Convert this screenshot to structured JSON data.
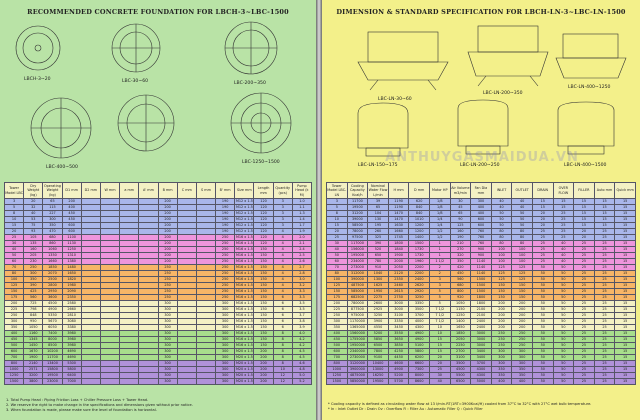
{
  "left": {
    "title": "RECOMMENDED CONCRETE FOUNDATION FOR LBCH-3~LBC-1500",
    "drawing_labels": [
      "LBCH-3~20",
      "LBC-30~60",
      "LBC-200~350",
      "LBC-400~500",
      "LBC-1250~1500"
    ],
    "header": [
      "Tower Model LBC",
      "Dry Weight (kg)",
      "Operating Weight (kg)",
      "D1 mm",
      "D2 mm",
      "W mm",
      "a mm",
      "A' mm",
      "B mm",
      "C mm",
      "S mm",
      "B' mm",
      "Size mm",
      "Length mm",
      "Quantity (pcs)",
      "Pump Head (k M)"
    ],
    "rows": [
      [
        "3",
        "20",
        "65",
        "200",
        "",
        "",
        "",
        "",
        "200",
        "",
        "",
        "190",
        "M12 x 1.5",
        "120",
        "3",
        "1.0"
      ],
      [
        "5",
        "32",
        "115",
        "400",
        "",
        "",
        "",
        "",
        "200",
        "",
        "",
        "190",
        "M12 x 1.5",
        "120",
        "3",
        "1.1"
      ],
      [
        "8",
        "40",
        "227",
        "450",
        "",
        "",
        "",
        "",
        "200",
        "",
        "",
        "190",
        "M12 x 1.5",
        "120",
        "3",
        "1.3"
      ],
      [
        "10",
        "53",
        "300",
        "450",
        "",
        "",
        "",
        "",
        "200",
        "",
        "",
        "190",
        "M12 x 1.5",
        "120",
        "3",
        "1.4"
      ],
      [
        "15",
        "75",
        "350",
        "600",
        "",
        "",
        "",
        "",
        "200",
        "",
        "",
        "190",
        "M12 x 1.5",
        "120",
        "3",
        "1.7"
      ],
      [
        "20",
        "93",
        "470",
        "600",
        "",
        "",
        "",
        "",
        "200",
        "",
        "",
        "190",
        "M12 x 1.5",
        "120",
        "4",
        "1.9"
      ],
      [
        "25",
        "105",
        "680",
        "1100",
        "",
        "",
        "",
        "",
        "200",
        "",
        "",
        "250",
        "M16 x 1.5",
        "120",
        "4",
        "2.0"
      ],
      [
        "30",
        "135",
        "860",
        "1130",
        "",
        "",
        "",
        "",
        "200",
        "",
        "",
        "250",
        "M16 x 1.5",
        "120",
        "4",
        "2.1"
      ],
      [
        "40",
        "160",
        "1060",
        "1250",
        "",
        "",
        "",
        "",
        "200",
        "",
        "",
        "250",
        "M16 x 1.5",
        "150",
        "4",
        "2.4"
      ],
      [
        "50",
        "205",
        "1350",
        "1310",
        "",
        "",
        "",
        "",
        "200",
        "",
        "",
        "250",
        "M16 x 1.5",
        "150",
        "4",
        "2.5"
      ],
      [
        "60",
        "230",
        "1660",
        "1380",
        "",
        "",
        "",
        "",
        "200",
        "",
        "",
        "250",
        "M16 x 1.5",
        "150",
        "4",
        "2.6"
      ],
      [
        "70",
        "250",
        "1850",
        "1480",
        "",
        "",
        "",
        "",
        "250",
        "",
        "",
        "250",
        "M16 x 1.5",
        "150",
        "4",
        "2.7"
      ],
      [
        "80",
        "300",
        "2070",
        "1650",
        "",
        "",
        "",
        "",
        "250",
        "",
        "",
        "250",
        "M16 x 1.5",
        "150",
        "4",
        "2.8"
      ],
      [
        "100",
        "350",
        "2500",
        "1820",
        "",
        "",
        "",
        "",
        "250",
        "",
        "",
        "250",
        "M16 x 1.5",
        "150",
        "4",
        "3.0"
      ],
      [
        "125",
        "390",
        "2800",
        "1980",
        "",
        "",
        "",
        "",
        "250",
        "",
        "",
        "250",
        "M16 x 1.5",
        "150",
        "4",
        "3.2"
      ],
      [
        "150",
        "425",
        "2950",
        "2090",
        "",
        "",
        "",
        "",
        "250",
        "",
        "",
        "250",
        "M16 x 1.5",
        "150",
        "4",
        "3.3"
      ],
      [
        "175",
        "560",
        "3600",
        "2350",
        "",
        "",
        "",
        "",
        "250",
        "",
        "",
        "250",
        "M16 x 1.5",
        "150",
        "6",
        "3.3"
      ],
      [
        "200",
        "725",
        "4500",
        "2580",
        "",
        "",
        "",
        "",
        "300",
        "",
        "",
        "300",
        "M16 x 1.5",
        "150",
        "6",
        "3.5"
      ],
      [
        "225",
        "798",
        "4900",
        "2660",
        "",
        "",
        "",
        "",
        "300",
        "",
        "",
        "300",
        "M16 x 1.5",
        "150",
        "6",
        "3.5"
      ],
      [
        "250",
        "848",
        "5350",
        "2810",
        "",
        "",
        "",
        "",
        "300",
        "",
        "",
        "300",
        "M16 x 1.5",
        "150",
        "6",
        "3.7"
      ],
      [
        "300",
        "950",
        "5670",
        "3080",
        "",
        "",
        "",
        "",
        "300",
        "",
        "",
        "300",
        "M16 x 1.5",
        "150",
        "6",
        "3.8"
      ],
      [
        "350",
        "1050",
        "6050",
        "3380",
        "",
        "",
        "",
        "",
        "300",
        "",
        "",
        "300",
        "M16 x 1.5",
        "150",
        "6",
        "3.9"
      ],
      [
        "400",
        "1160",
        "7400",
        "3980",
        "",
        "",
        "",
        "",
        "300",
        "",
        "",
        "300",
        "M16 x 1.5",
        "150",
        "8",
        "4.0"
      ],
      [
        "450",
        "1345",
        "8000",
        "3980",
        "",
        "",
        "",
        "",
        "300",
        "",
        "",
        "300",
        "M16 x 1.5",
        "150",
        "8",
        "4.2"
      ],
      [
        "500",
        "1450",
        "8500",
        "3980",
        "",
        "",
        "",
        "",
        "300",
        "",
        "",
        "300",
        "M16 x 1.5",
        "150",
        "8",
        "4.2"
      ],
      [
        "600",
        "1670",
        "10200",
        "4690",
        "",
        "",
        "",
        "",
        "300",
        "",
        "",
        "300",
        "M20 x 1.5",
        "200",
        "8",
        "4.5"
      ],
      [
        "700",
        "1900",
        "11700",
        "4690",
        "",
        "",
        "",
        "",
        "300",
        "",
        "",
        "300",
        "M20 x 1.5",
        "200",
        "8",
        "4.5"
      ],
      [
        "800",
        "2140",
        "13400",
        "5300",
        "",
        "",
        "",
        "",
        "300",
        "",
        "",
        "300",
        "M20 x 1.5",
        "200",
        "8",
        "4.6"
      ],
      [
        "1000",
        "2571",
        "15800",
        "5800",
        "",
        "",
        "",
        "",
        "300",
        "",
        "",
        "300",
        "M20 x 1.5",
        "200",
        "10",
        "4.8"
      ],
      [
        "1250",
        "3200",
        "19500",
        "6400",
        "",
        "",
        "",
        "",
        "300",
        "",
        "",
        "300",
        "M20 x 1.5",
        "200",
        "12",
        "5.0"
      ],
      [
        "1500",
        "3800",
        "23000",
        "7000",
        "",
        "",
        "",
        "",
        "300",
        "",
        "",
        "300",
        "M20 x 1.5",
        "200",
        "12",
        "5.2"
      ]
    ],
    "notes": [
      "1. Total Pump Head : Piping Friction Loss + Chiller Pressure Loss + Tower Head.",
      "2. We reserve the right to make change in the specifications and dimensions given without prior notice.",
      "3. When foundation is made, please make sure the level of foundation is horizontal."
    ]
  },
  "right": {
    "title": "DIMENSION & STANDARD SPECIFICATION FOR LBCH-LN-3~LBC-LN-1500",
    "drawing_labels": [
      "LBC-LN-30~60",
      "LBC-LN-200~350",
      "LBC-LN-400~1250",
      "LBC-LN-150~175",
      "LBC-LN-200~250",
      "LBC-LN-400~1500"
    ],
    "header": [
      "Tower Model LBC-LN",
      "Cooling Capacity Kcal/h",
      "Nominal Water Flow L/min",
      "H mm",
      "D mm",
      "Motor HP",
      "Air Volume m3/min",
      "Fan Dia mm",
      "INLET",
      "OUTLET",
      "DRAIN",
      "OVER FLOW",
      "FILLER",
      "Auto mm",
      "Quick mm"
    ],
    "rows": [
      [
        "3",
        "11700",
        "39",
        "1190",
        "620",
        "1/8",
        "30",
        "300",
        "40",
        "40",
        "15",
        "15",
        "15",
        "15",
        "15"
      ],
      [
        "5",
        "19500",
        "65",
        "1190",
        "840",
        "1/8",
        "45",
        "400",
        "40",
        "40",
        "15",
        "15",
        "15",
        "15",
        "15"
      ],
      [
        "8",
        "31200",
        "104",
        "1470",
        "840",
        "1/8",
        "65",
        "400",
        "50",
        "50",
        "20",
        "25",
        "15",
        "15",
        "15"
      ],
      [
        "10",
        "39000",
        "130",
        "1470",
        "1010",
        "1/4",
        "90",
        "600",
        "50",
        "50",
        "20",
        "25",
        "15",
        "15",
        "15"
      ],
      [
        "15",
        "58500",
        "195",
        "1630",
        "1200",
        "1/4",
        "125",
        "600",
        "50",
        "50",
        "20",
        "25",
        "15",
        "15",
        "15"
      ],
      [
        "20",
        "78000",
        "260",
        "1660",
        "1200",
        "1/2",
        "160",
        "760",
        "80",
        "80",
        "25",
        "25",
        "20",
        "25",
        "15"
      ],
      [
        "25",
        "97500",
        "325",
        "1745",
        "1400",
        "1/2",
        "190",
        "760",
        "80",
        "80",
        "25",
        "25",
        "20",
        "25",
        "15"
      ],
      [
        "30",
        "117000",
        "390",
        "1800",
        "1500",
        "1",
        "210",
        "760",
        "80",
        "80",
        "25",
        "40",
        "25",
        "25",
        "15"
      ],
      [
        "40",
        "156000",
        "520",
        "1840",
        "1730",
        "1",
        "270",
        "900",
        "100",
        "100",
        "25",
        "40",
        "25",
        "25",
        "15"
      ],
      [
        "50",
        "195000",
        "650",
        "1900",
        "1730",
        "1",
        "320",
        "900",
        "100",
        "100",
        "25",
        "40",
        "25",
        "25",
        "15"
      ],
      [
        "60",
        "234000",
        "780",
        "2000",
        "1960",
        "1 1/2",
        "350",
        "1140",
        "100",
        "100",
        "25",
        "40",
        "25",
        "25",
        "15"
      ],
      [
        "70",
        "273000",
        "910",
        "2050",
        "2200",
        "2",
        "420",
        "1140",
        "125",
        "125",
        "50",
        "50",
        "25",
        "25",
        "15"
      ],
      [
        "80",
        "312000",
        "1040",
        "2120",
        "2200",
        "2",
        "450",
        "1140",
        "125",
        "125",
        "50",
        "50",
        "25",
        "25",
        "15"
      ],
      [
        "100",
        "390000",
        "1300",
        "2350",
        "2400",
        "3",
        "560",
        "1500",
        "125",
        "125",
        "50",
        "50",
        "25",
        "25",
        "15"
      ],
      [
        "125",
        "487500",
        "1625",
        "2460",
        "2620",
        "3",
        "680",
        "1500",
        "150",
        "150",
        "50",
        "50",
        "25",
        "25",
        "15"
      ],
      [
        "150",
        "585000",
        "1950",
        "2615",
        "2920",
        "5",
        "800",
        "1500",
        "150",
        "150",
        "50",
        "50",
        "25",
        "25",
        "15"
      ],
      [
        "175",
        "682500",
        "2275",
        "2750",
        "3250",
        "5",
        "920",
        "1800",
        "150",
        "150",
        "50",
        "50",
        "25",
        "25",
        "15"
      ],
      [
        "200",
        "780000",
        "2600",
        "3000",
        "3350",
        "5",
        "1050",
        "1800",
        "200",
        "200",
        "50",
        "50",
        "25",
        "25",
        "15"
      ],
      [
        "225",
        "877500",
        "2925",
        "3000",
        "3500",
        "7 1/2",
        "1150",
        "2100",
        "200",
        "200",
        "50",
        "50",
        "25",
        "25",
        "15"
      ],
      [
        "250",
        "975000",
        "3250",
        "3100",
        "3700",
        "7 1/2",
        "1250",
        "2100",
        "200",
        "200",
        "50",
        "50",
        "25",
        "25",
        "15"
      ],
      [
        "300",
        "1170000",
        "3900",
        "3350",
        "4000",
        "7 1/2",
        "1400",
        "2400",
        "200",
        "200",
        "50",
        "50",
        "25",
        "25",
        "15"
      ],
      [
        "350",
        "1365000",
        "4550",
        "3450",
        "4300",
        "10",
        "1650",
        "2400",
        "200",
        "200",
        "50",
        "50",
        "25",
        "25",
        "15"
      ],
      [
        "400",
        "1560000",
        "5200",
        "3550",
        "4900",
        "10",
        "1850",
        "3000",
        "250",
        "250",
        "50",
        "50",
        "25",
        "25",
        "15"
      ],
      [
        "450",
        "1755000",
        "5850",
        "3650",
        "4900",
        "15",
        "2050",
        "3000",
        "250",
        "250",
        "50",
        "50",
        "25",
        "25",
        "15"
      ],
      [
        "500",
        "1950000",
        "6500",
        "3850",
        "5100",
        "15",
        "2250",
        "3000",
        "250",
        "250",
        "50",
        "50",
        "25",
        "25",
        "15"
      ],
      [
        "600",
        "2340000",
        "7800",
        "4250",
        "5800",
        "15",
        "2700",
        "3400",
        "300",
        "300",
        "50",
        "50",
        "25",
        "25",
        "15"
      ],
      [
        "700",
        "2730000",
        "9100",
        "4450",
        "6200",
        "20",
        "3100",
        "3400",
        "300",
        "300",
        "50",
        "50",
        "25",
        "25",
        "15"
      ],
      [
        "800",
        "3120000",
        "10400",
        "4600",
        "6600",
        "20",
        "3500",
        "3700",
        "300",
        "300",
        "50",
        "50",
        "25",
        "25",
        "15"
      ],
      [
        "1000",
        "3900000",
        "13000",
        "4900",
        "7300",
        "25",
        "4500",
        "4300",
        "350",
        "350",
        "50",
        "50",
        "25",
        "25",
        "15"
      ],
      [
        "1250",
        "4875000",
        "16250",
        "5200",
        "8000",
        "30",
        "5500",
        "4300",
        "350",
        "350",
        "50",
        "50",
        "25",
        "25",
        "15"
      ],
      [
        "1500",
        "5850000",
        "19500",
        "5700",
        "8600",
        "40",
        "6500",
        "5000",
        "400",
        "400",
        "50",
        "50",
        "25",
        "25",
        "15"
      ]
    ],
    "notes": [
      "* Cooling capacity is defined as circulating water flow at 13 l/min.RT(1RT=3900Kcal/H) cooled from 37°C to 32°C with 27°C wet bulb temperature.",
      "* In : Inlet Outlet  Dr : Drain  Ov : Overflow  Fi : Filler  Au : Automatic Filler  Q : Quick Filler"
    ]
  },
  "watermark": "ANTHUYGASMAIDUA.VN",
  "colors": {
    "left_bg": "#b9e3a6",
    "right_bg": "#f3f08a",
    "band_blue": "#a9b6ea",
    "band_pink": "#ee95dc",
    "band_orange": "#f7b567",
    "band_cream": "#f4f1c4",
    "band_green": "#a8de8c",
    "band_purple": "#b092d9"
  }
}
